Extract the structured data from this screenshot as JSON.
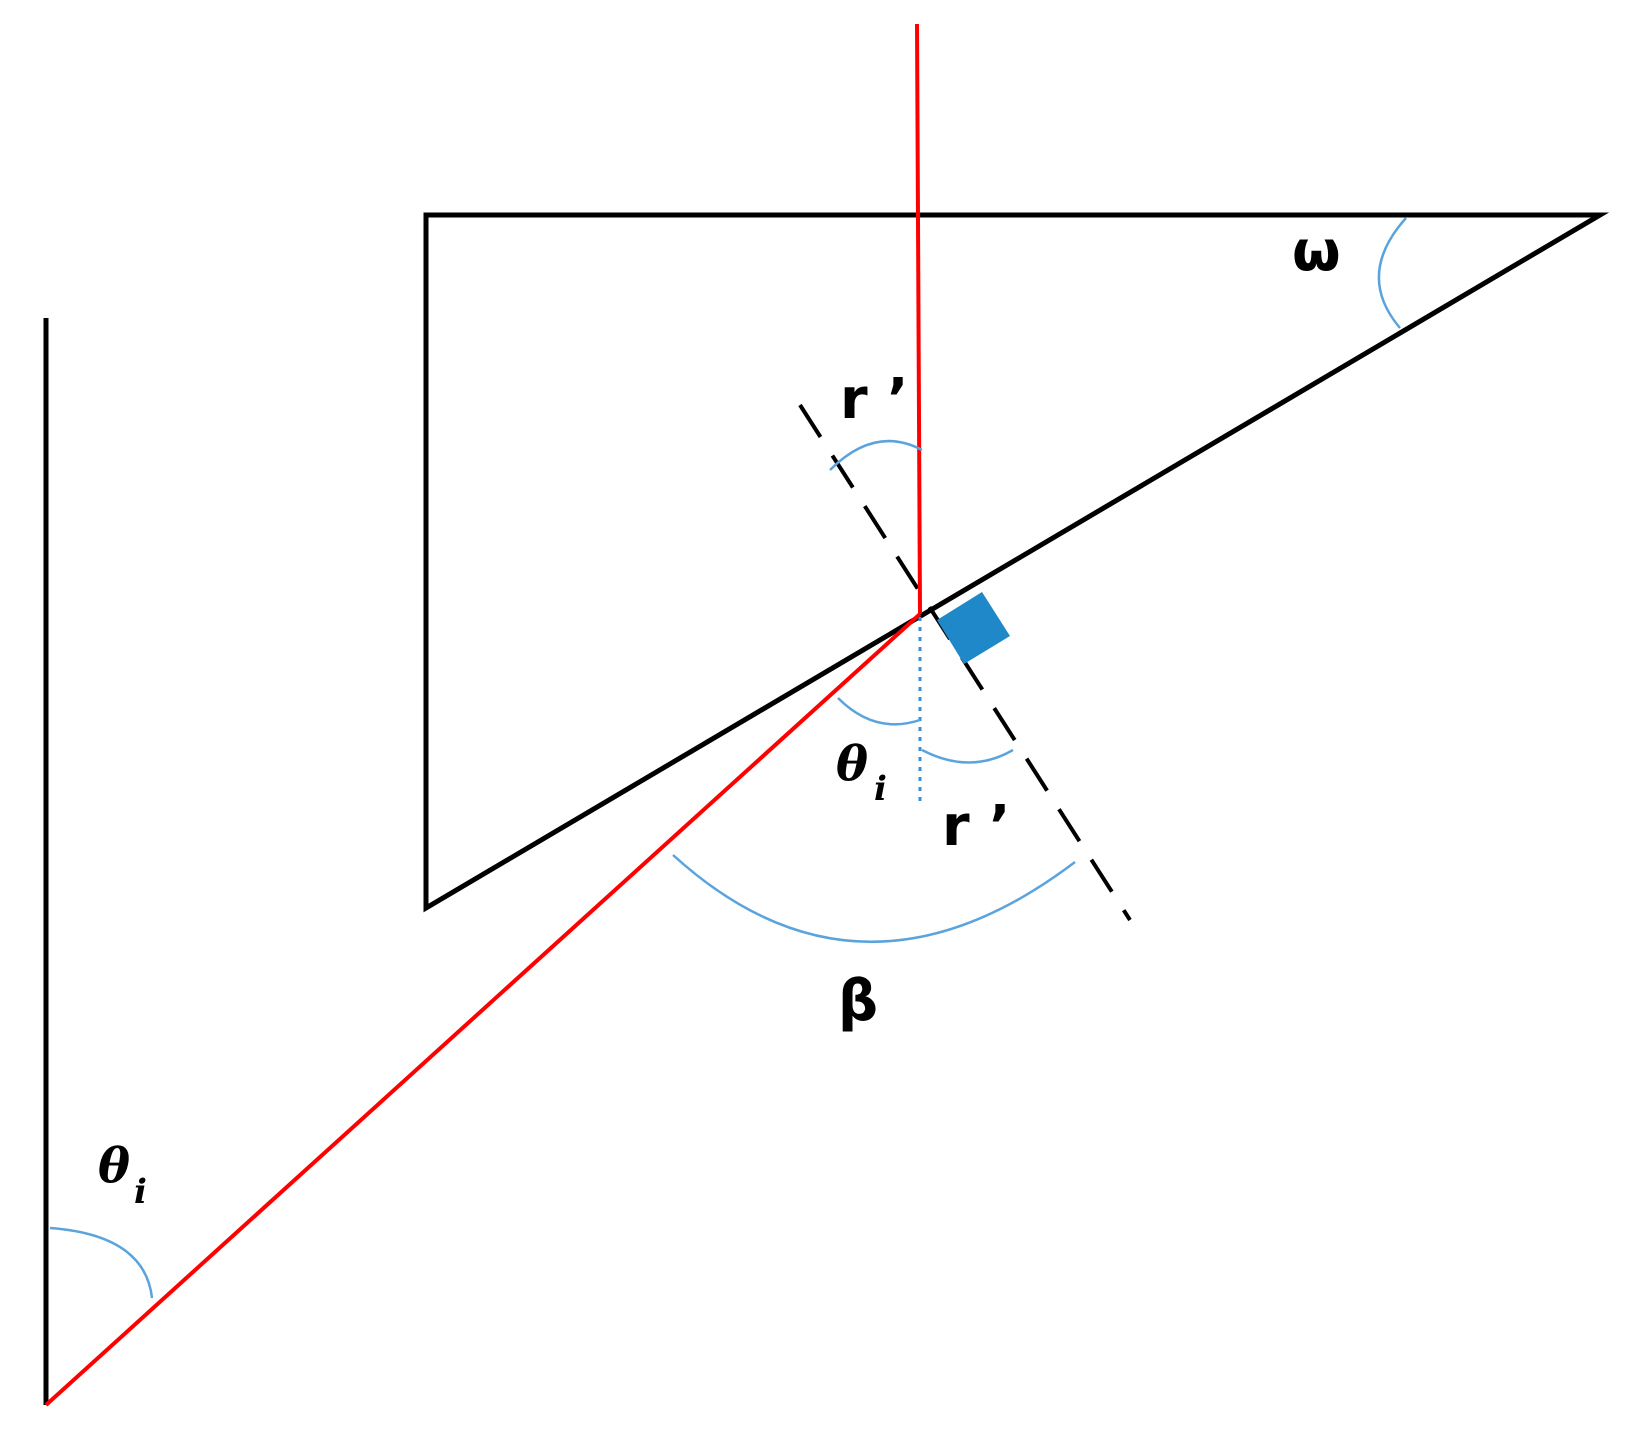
{
  "labels": {
    "omega": "ω",
    "r_prime_top": "r ’",
    "r_prime_bottom": "r ’",
    "beta": "β",
    "theta_symbol": "θ",
    "theta_subscript": "i"
  },
  "colors": {
    "prism_outline": "#000000",
    "light_ray": "#ff0000",
    "angle_arc": "#5ba3dc",
    "right_angle_marker": "#1f88c9",
    "normal_line": "#000000"
  }
}
